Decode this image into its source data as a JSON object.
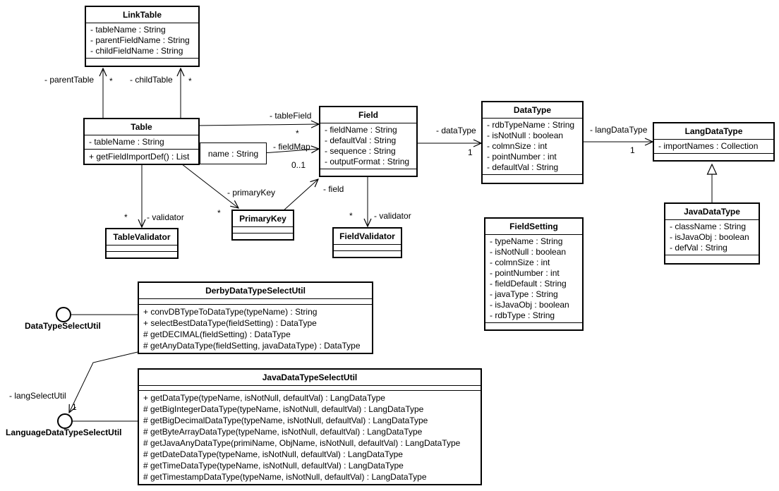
{
  "colors": {
    "line": "#000000",
    "background": "#ffffff",
    "text": "#000000"
  },
  "classes": {
    "linkTable": {
      "name": "LinkTable",
      "attributes": [
        "- tableName : String",
        "- parentFieldName : String",
        "- childFieldName : String"
      ]
    },
    "table": {
      "name": "Table",
      "attributes": [
        "- tableName : String"
      ],
      "methods": [
        "+ getFieldImportDef() : List"
      ]
    },
    "field": {
      "name": "Field",
      "attributes": [
        "- fieldName : String",
        "- defaultVal : String",
        "- sequence : String",
        "- outputFormat : String"
      ]
    },
    "dataType": {
      "name": "DataType",
      "attributes": [
        "- rdbTypeName : String",
        "- isNotNull : boolean",
        "- colmnSize : int",
        "- pointNumber : int",
        "- defaultVal : String"
      ]
    },
    "langDataType": {
      "name": "LangDataType",
      "attributes": [
        "- importNames : Collection"
      ]
    },
    "javaDataType": {
      "name": "JavaDataType",
      "attributes": [
        "- className : String",
        "- isJavaObj : boolean",
        "- defVal : String"
      ]
    },
    "fieldSetting": {
      "name": "FieldSetting",
      "attributes": [
        "- typeName : String",
        "- isNotNull : boolean",
        "- colmnSize : int",
        "- pointNumber : int",
        "- fieldDefault : String",
        "- javaType : String",
        "- isJavaObj : boolean",
        "- rdbType : String"
      ]
    },
    "tableValidator": {
      "name": "TableValidator"
    },
    "primaryKey": {
      "name": "PrimaryKey"
    },
    "fieldValidator": {
      "name": "FieldValidator"
    },
    "derbySelectUtil": {
      "name": "DerbyDataTypeSelectUtil",
      "methods": [
        "+ convDBTypeToDataType(typeName) : String",
        "+ selectBestDataType(fieldSetting) : DataType",
        "# getDECIMAL(fieldSetting) : DataType",
        "# getAnyDataType(fieldSetting, javaDataType) : DataType"
      ]
    },
    "javaSelectUtil": {
      "name": "JavaDataTypeSelectUtil",
      "methods": [
        "+ getDataType(typeName, isNotNull, defaultVal) : LangDataType",
        "# getBigIntegerDataType(typeName, isNotNull, defaultVal) : LangDataType",
        "# getBigDecimalDataType(typeName, isNotNull, defaultVal) : LangDataType",
        "# getByteArrayDataType(typeName, isNotNull, defaultVal) : LangDataType",
        "# getJavaAnyDataType(primiName, ObjName, isNotNull, defaultVal) : LangDataType",
        "# getDateDataType(typeName, isNotNull, defaultVal) : LangDataType",
        "# getTimeDataType(typeName, isNotNull, defaultVal) : LangDataType",
        "# getTimestampDataType(typeName, isNotNull, defaultVal) : LangDataType"
      ]
    }
  },
  "qualifier": {
    "label": "name : String"
  },
  "interfaces": {
    "dataTypeSelectUtil": "DataTypeSelectUtil",
    "languageDataTypeSelectUtil": "LanguageDataTypeSelectUtil"
  },
  "edge_labels": {
    "parent_table": "- parentTable",
    "parent_table_mult": "*",
    "child_table": "- childTable",
    "child_table_mult": "*",
    "table_field": "- tableField",
    "table_field_mult": "*",
    "field_map": "- fieldMap",
    "field_map_mult": "0..1",
    "data_type": "- dataType",
    "data_type_mult": "1",
    "lang_data_type": "- langDataType",
    "lang_data_type_mult": "1",
    "primary_key": "- primaryKey",
    "primary_key_mult": "*",
    "field": "- field",
    "table_validator": "- validator",
    "table_validator_mult": "*",
    "field_validator": "- validator",
    "field_validator_mult": "*",
    "lang_select_util": "- langSelectUtil",
    "lang_select_util_mult": "1"
  }
}
